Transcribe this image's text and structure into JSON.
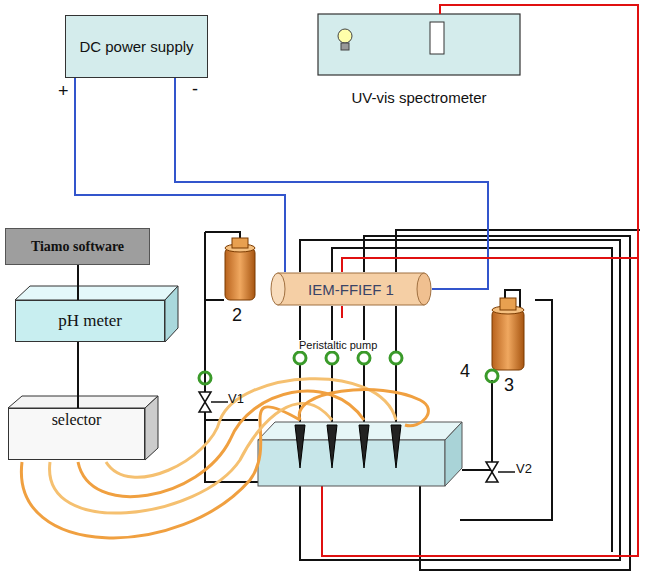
{
  "diagram": {
    "nodes": [
      {
        "text": [
          "DC power supply"
        ]
      },
      {
        "text": [
          "UV-vis spectrometer"
        ]
      },
      {
        "text": [
          "Tiamo software"
        ]
      },
      {
        "text": [
          "pH meter"
        ]
      },
      {
        "text": [
          "selector"
        ]
      },
      {
        "text": [
          "IEM-FFIEF 1"
        ]
      }
    ],
    "edges": [
      {
        "from": 2,
        "to": 3,
        "arrow": "none"
      },
      {
        "from": 3,
        "to": 4,
        "arrow": "none"
      },
      {
        "from": 0,
        "to": 5,
        "arrow": "none"
      },
      {
        "from": 0,
        "to": 5,
        "arrow": "none"
      },
      {
        "from": 1,
        "to": 5,
        "arrow": "none"
      }
    ],
    "labels": [
      "+",
      "-",
      "2",
      "3",
      "4",
      "Peristaltic pump",
      "V1",
      "V2"
    ]
  }
}
